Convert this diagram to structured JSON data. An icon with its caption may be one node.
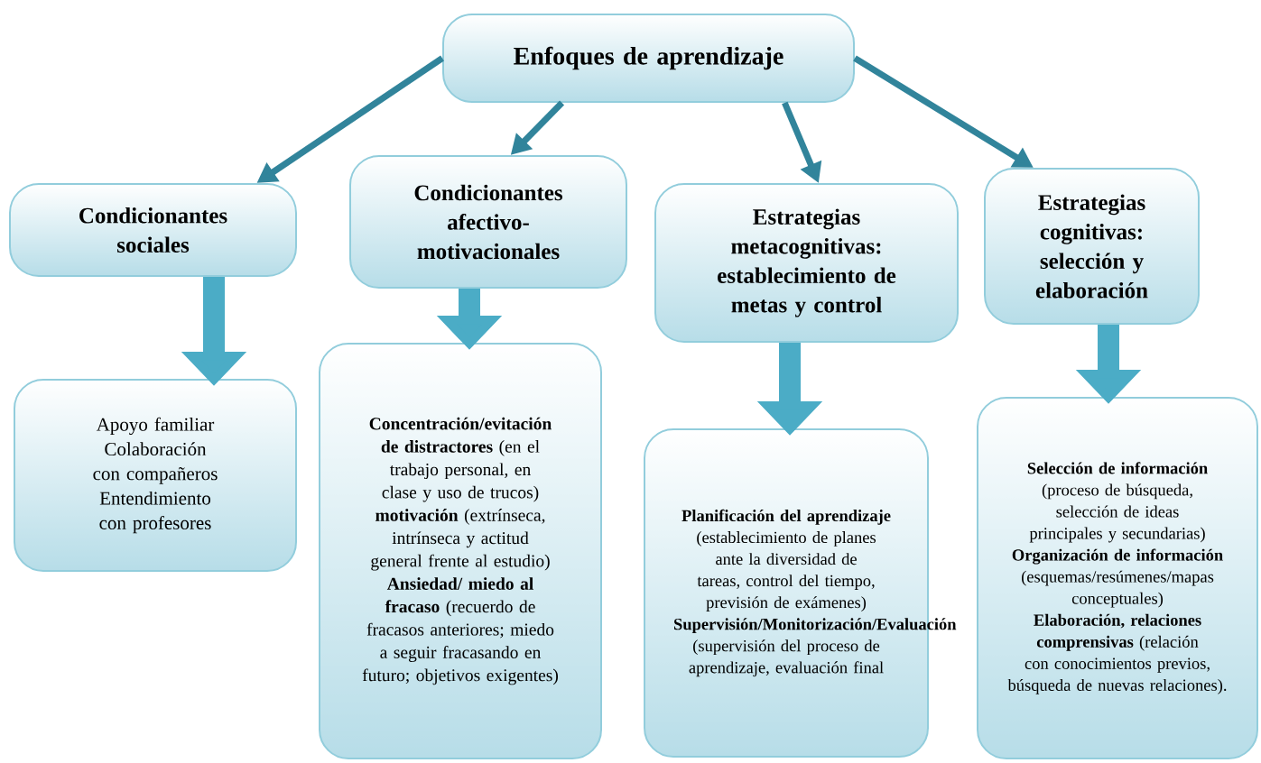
{
  "diagram": {
    "nodes": [
      {
        "text": [
          "Enfoques de aprendizaje"
        ]
      },
      {
        "text": [
          "Condicionantes sociales"
        ]
      },
      {
        "text": [
          "Condicionantes afectivo-motivacionales"
        ]
      },
      {
        "text": [
          "Estrategias metacognitivas: establecimiento de metas y control"
        ]
      },
      {
        "text": [
          "Estrategias cognitivas: selección y elaboración"
        ]
      },
      {
        "text": [
          "Apoyo familiar",
          "Colaboración con compañeros",
          "Entendimiento con profesores"
        ]
      },
      {
        "text": [
          "**Concentración/evitación de distractores** (en el trabajo personal, en clase y uso de trucos)",
          "**motivación** (extrínseca, intrínseca y actitud general frente al estudio)",
          "**Ansiedad/ miedo al fracaso** (recuerdo de fracasos anteriores; miedo a seguir fracasando en futuro; objetivos exigentes)"
        ]
      },
      {
        "text": [
          "**Planificación del aprendizaje** (establecimiento de planes ante la diversidad de tareas, control del tiempo, previsión de exámenes)",
          "**Supervisión/Monitorización/Evaluación** (supervisión del proceso de aprendizaje, evaluación final"
        ]
      },
      {
        "text": [
          "**Selección de información** (proceso de búsqueda, selección de ideas principales y secundarias)",
          "**Organización de información** (esquemas/resúmenes/mapas conceptuales)",
          "**Elaboración, relaciones comprensivas** (relación con conocimientos previos, búsqueda de nuevas relaciones)."
        ]
      }
    ],
    "edges": [
      {
        "from": 0,
        "to": 1,
        "arrow": "to"
      },
      {
        "from": 0,
        "to": 2,
        "arrow": "to"
      },
      {
        "from": 0,
        "to": 3,
        "arrow": "to"
      },
      {
        "from": 0,
        "to": 4,
        "arrow": "to"
      },
      {
        "from": 1,
        "to": 5,
        "arrow": "to",
        "style": "thick",
        "color": "#4bacc6"
      },
      {
        "from": 2,
        "to": 6,
        "arrow": "to",
        "style": "thick",
        "color": "#4bacc6"
      },
      {
        "from": 3,
        "to": 7,
        "arrow": "to",
        "style": "thick",
        "color": "#4bacc6"
      },
      {
        "from": 4,
        "to": 8,
        "arrow": "to",
        "style": "thick",
        "color": "#4bacc6"
      }
    ]
  }
}
